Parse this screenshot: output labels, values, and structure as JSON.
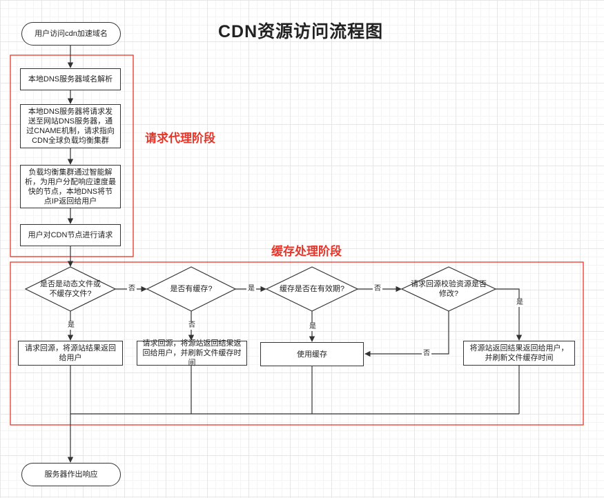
{
  "title": "CDN资源访问流程图",
  "stages": {
    "proxy": "请求代理阶段",
    "cache": "缓存处理阶段"
  },
  "nodes": {
    "start": "用户访问cdn加速域名",
    "dns_resolve": "本地DNS服务器域名解析",
    "dns_forward": "本地DNS服务器将请求发送至网站DNS服务器，通过CNAME机制，请求指向CDN全球负载均衡集群",
    "lb_select": "负载均衡集群通过智能解析，为用户分配响应速度最快的节点，本地DNS将节点IP返回给用户",
    "user_request": "用户对CDN节点进行请求",
    "q_dynamic": "是否是动态文件或不缓存文件?",
    "q_cached": "是否有缓存?",
    "q_valid": "缓存是否在有效期?",
    "q_modified": "请求回源校验资源是否修改?",
    "a_origin": "请求回源，将源站结果返回给用户",
    "a_origin_refresh": "请求回源，将源站返回结果返回给用户，并刷新文件缓存时间",
    "a_use_cache": "使用缓存",
    "a_return_refresh": "将源站返回结果返回给用户，并刷新文件缓存时间",
    "end": "服务器作出响应"
  },
  "edge_labels": {
    "dynamic_yes": "是",
    "dynamic_no": "否",
    "cached_no": "否",
    "cached_yes": "是",
    "valid_yes": "是",
    "valid_no": "否",
    "modified_yes": "是",
    "modified_no": "否"
  },
  "colors": {
    "stage_border": "#e8352a",
    "line": "#333333"
  }
}
